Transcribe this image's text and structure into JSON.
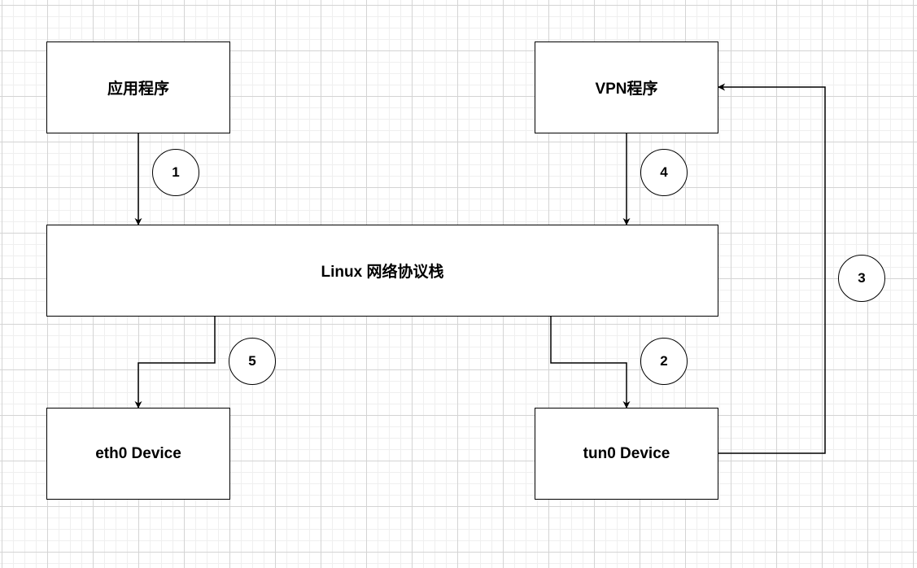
{
  "nodes": {
    "app": "应用程序",
    "vpn": "VPN程序",
    "stack": "Linux 网络协议栈",
    "eth0": "eth0 Device",
    "tun0": "tun0 Device"
  },
  "steps": [
    "1",
    "2",
    "3",
    "4",
    "5"
  ],
  "colors": {
    "stroke": "#000000",
    "node_fill": "#ffffff",
    "grid_major": "#d4d4d4",
    "grid_minor": "#efefef"
  }
}
